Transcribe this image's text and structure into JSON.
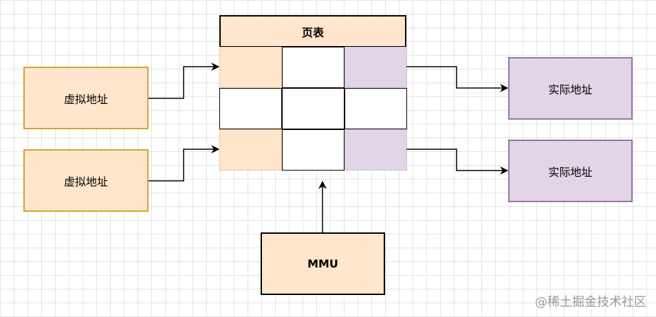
{
  "virtual_addresses": [
    {
      "label": "虚拟地址"
    },
    {
      "label": "虚拟地址"
    }
  ],
  "page_table": {
    "title": "页表",
    "cells": [
      [
        "orange",
        "white",
        "purple"
      ],
      [
        "white",
        "white",
        "white"
      ],
      [
        "orange",
        "white",
        "purple"
      ]
    ]
  },
  "physical_addresses": [
    {
      "label": "实际地址"
    },
    {
      "label": "实际地址"
    }
  ],
  "mmu": {
    "label": "MMU"
  },
  "watermark": "@稀土掘金技术社区",
  "colors": {
    "virtual_fill": "#ffe6cc",
    "virtual_border": "#d6a32b",
    "physical_fill": "#e1d5e7",
    "physical_border": "#9673a6",
    "edge": "#000000"
  }
}
